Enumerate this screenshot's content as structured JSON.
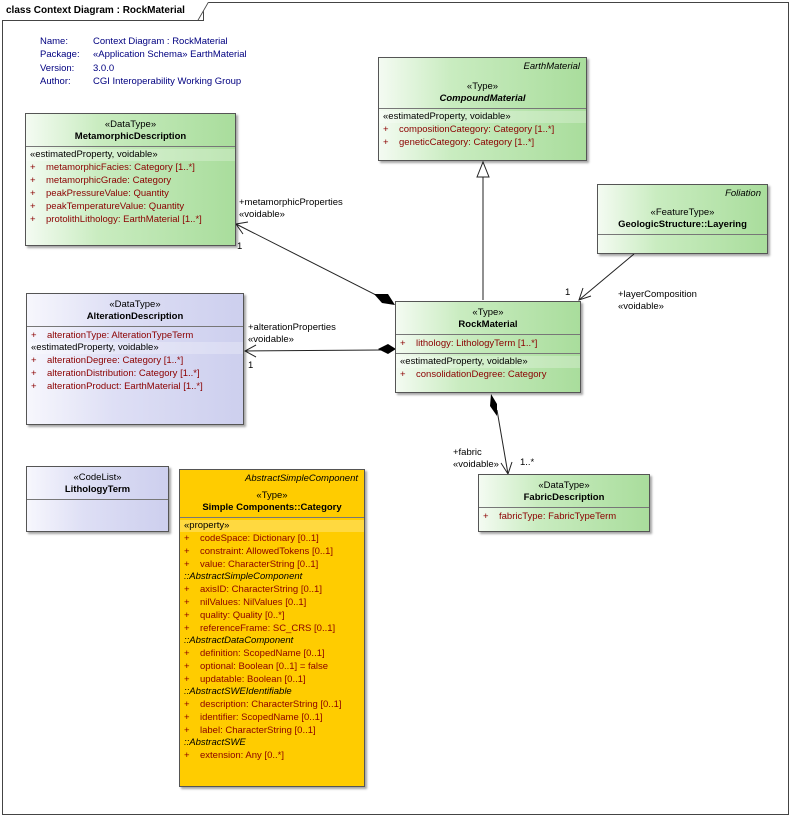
{
  "diagram_title": "class Context Diagram : RockMaterial",
  "metadata": [
    {
      "key": "Name:",
      "value": "Context Diagram : RockMaterial"
    },
    {
      "key": "Package:",
      "value": "«Application Schema» EarthMaterial"
    },
    {
      "key": "Version:",
      "value": "3.0.0"
    },
    {
      "key": "Author:",
      "value": "CGI Interoperability Working Group"
    }
  ],
  "classes": {
    "metamorphic": {
      "stereotype": "«DataType»",
      "name": "MetamorphicDescription",
      "group": "«estimatedProperty, voidable»",
      "attrs": [
        "metamorphicFacies:  Category [1..*]",
        "metamorphicGrade:  Category",
        "peakPressureValue:  Quantity",
        "peakTemperatureValue:  Quantity",
        "protolithLithology:  EarthMaterial [1..*]"
      ]
    },
    "compound": {
      "package": "EarthMaterial",
      "stereotype": "«Type»",
      "name": "CompoundMaterial",
      "group": "«estimatedProperty, voidable»",
      "attrs": [
        "compositionCategory:  Category [1..*]",
        "geneticCategory:  Category [1..*]"
      ]
    },
    "layering": {
      "package": "Foliation",
      "stereotype": "«FeatureType»",
      "name": "GeologicStructure::Layering"
    },
    "alteration": {
      "stereotype": "«DataType»",
      "name": "AlterationDescription",
      "attrs1": [
        "alterationType:  AlterationTypeTerm"
      ],
      "group": "«estimatedProperty, voidable»",
      "attrs2": [
        "alterationDegree:  Category [1..*]",
        "alterationDistribution:  Category [1..*]",
        "alterationProduct:  EarthMaterial [1..*]"
      ]
    },
    "rock": {
      "stereotype": "«Type»",
      "name": "RockMaterial",
      "attrs1": [
        "lithology:  LithologyTerm [1..*]"
      ],
      "group": "«estimatedProperty, voidable»",
      "attrs2": [
        "consolidationDegree:  Category"
      ]
    },
    "lithology": {
      "stereotype": "«CodeList»",
      "name": "LithologyTerm"
    },
    "category": {
      "package": "AbstractSimpleComponent",
      "stereotype": "«Type»",
      "name": "Simple Components::Category",
      "groups": [
        {
          "title": "«property»",
          "italic": false,
          "attrs": [
            "codeSpace:  Dictionary [0..1]",
            "constraint:  AllowedTokens [0..1]",
            "value:  CharacterString [0..1]"
          ]
        },
        {
          "title": "::AbstractSimpleComponent",
          "italic": true,
          "attrs": [
            "axisID:  CharacterString [0..1]",
            "nilValues:  NilValues [0..1]",
            "quality:  Quality [0..*]",
            "referenceFrame:  SC_CRS [0..1]"
          ]
        },
        {
          "title": "::AbstractDataComponent",
          "italic": true,
          "attrs": [
            "definition:  ScopedName [0..1]",
            "optional:  Boolean [0..1] = false",
            "updatable:  Boolean [0..1]"
          ]
        },
        {
          "title": "::AbstractSWEIdentifiable",
          "italic": true,
          "attrs": [
            "description:  CharacterString [0..1]",
            "identifier:  ScopedName [0..1]",
            "label:  CharacterString [0..1]"
          ]
        },
        {
          "title": "::AbstractSWE",
          "italic": true,
          "attrs": [
            "extension:  Any [0..*]"
          ]
        }
      ]
    },
    "fabric": {
      "stereotype": "«DataType»",
      "name": "FabricDescription",
      "attrs": [
        "fabricType:  FabricTypeTerm"
      ]
    }
  },
  "associations": {
    "metamorphic": {
      "role": "+metamorphicProperties",
      "mod": "«voidable»",
      "mult": "1"
    },
    "alteration": {
      "role": "+alterationProperties",
      "mod": "«voidable»",
      "mult": "1"
    },
    "layer": {
      "role": "+layerComposition",
      "mod": "«voidable»",
      "mult": "1"
    },
    "fabric": {
      "role": "+fabric",
      "mod": "«voidable»",
      "mult": "1..*"
    }
  },
  "attr_prefix": "+"
}
